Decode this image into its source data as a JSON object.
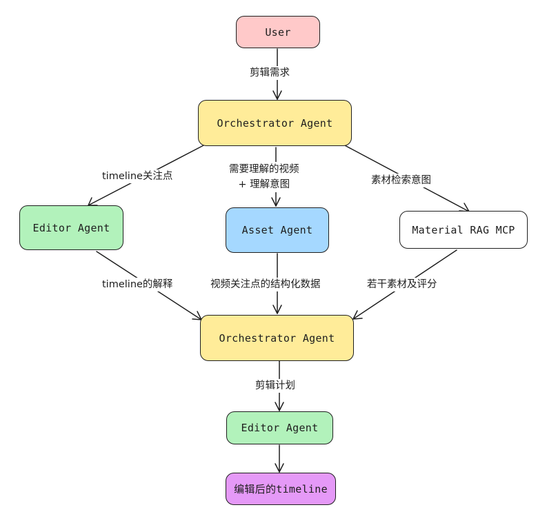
{
  "nodes": {
    "user": {
      "label": "User",
      "color": "#ffc9c9"
    },
    "orchestrator_top": {
      "label": "Orchestrator Agent",
      "color": "#ffec99"
    },
    "editor_left": {
      "label": "Editor Agent",
      "color": "#b2f2bb"
    },
    "asset": {
      "label": "Asset Agent",
      "color": "#a5d8ff"
    },
    "material": {
      "label": "Material RAG MCP",
      "color": "#ffffff"
    },
    "orchestrator_mid": {
      "label": "Orchestrator Agent",
      "color": "#ffec99"
    },
    "editor_bottom": {
      "label": "Editor Agent",
      "color": "#b2f2bb"
    },
    "timeline_out": {
      "label": "编辑后的timeline",
      "color": "#e599f7"
    }
  },
  "edges": {
    "user_to_orch": {
      "label": "剪辑需求"
    },
    "orch_to_editor": {
      "label": "timeline关注点"
    },
    "orch_to_asset": {
      "label_line1": "需要理解的视频",
      "label_line2": "+ 理解意图"
    },
    "orch_to_material": {
      "label": "素材检索意图"
    },
    "editor_to_orch": {
      "label": "timeline的解释"
    },
    "asset_to_orch": {
      "label": "视频关注点的结构化数据"
    },
    "material_to_orch": {
      "label": "若干素材及评分"
    },
    "orch_to_editor_bottom": {
      "label": "剪辑计划"
    },
    "editor_to_output": {
      "label": ""
    }
  },
  "style": {
    "stroke": "#1e1e1e"
  }
}
